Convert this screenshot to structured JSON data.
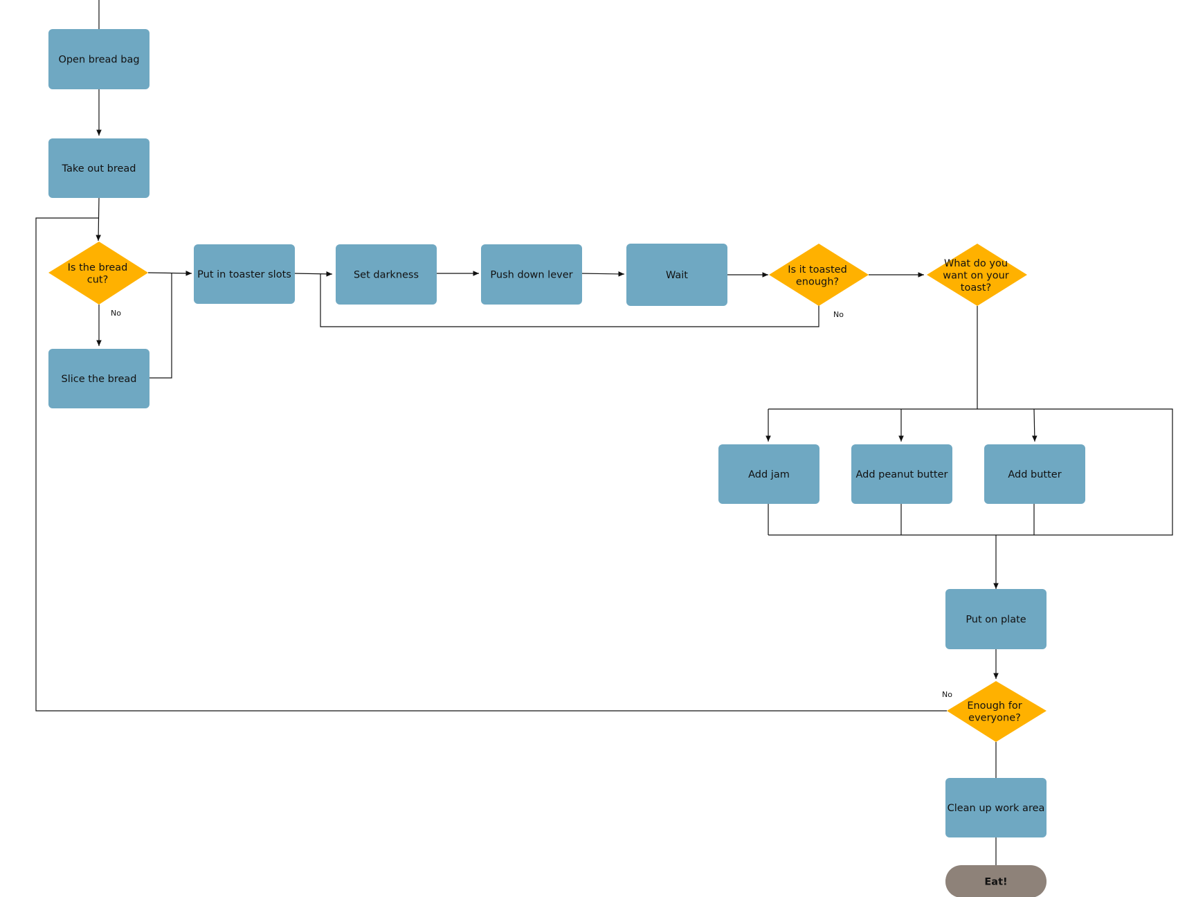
{
  "colors": {
    "process": "#6FA8C2",
    "decision": "#FFB100",
    "terminal": "#8E8279",
    "line": "#111111",
    "background": "#FFFFFF"
  },
  "nodes": {
    "open_bag": [
      "Open bread bag"
    ],
    "take_out": [
      "Take out bread"
    ],
    "is_cut": [
      "Is the bread",
      "cut?"
    ],
    "slice": [
      "Slice the bread"
    ],
    "put_toaster": [
      "Put in toaster slots"
    ],
    "set_darkness": [
      "Set darkness"
    ],
    "push_lever": [
      "Push down lever"
    ],
    "wait": [
      "Wait"
    ],
    "toasted_enough": [
      "Is it toasted",
      "enough?"
    ],
    "what_want": [
      "What do you",
      "want on your",
      "toast?"
    ],
    "add_jam": [
      "Add jam"
    ],
    "add_pb": [
      "Add peanut butter"
    ],
    "add_butter": [
      "Add butter"
    ],
    "put_plate": [
      "Put on plate"
    ],
    "enough_everyone": [
      "Enough for",
      "everyone?"
    ],
    "clean_up": [
      "Clean up work area"
    ],
    "eat": [
      "Eat!"
    ]
  },
  "edge_labels": {
    "is_cut_no": "No",
    "toasted_no": "No",
    "enough_no": "No"
  }
}
